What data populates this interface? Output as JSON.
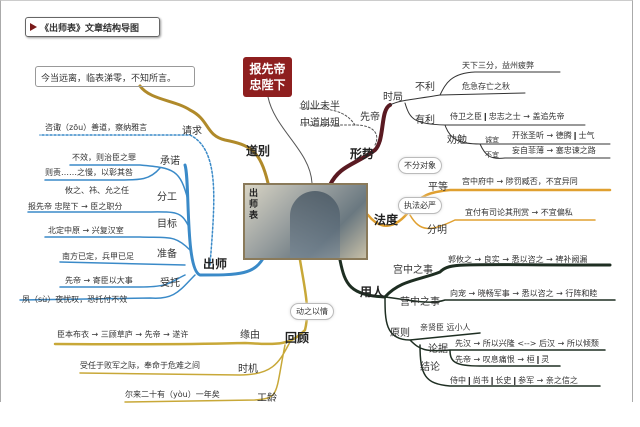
{
  "title": "《出师表》文章结构导图",
  "red_box": {
    "line1": "报先帝",
    "line2": "忠陛下"
  },
  "center": {
    "caption": "出师表"
  },
  "quote": "今当远离，临表涕零，不知所言。",
  "colors": {
    "red_box": "#8e1f1f",
    "daobie": "#b08a2a",
    "xingshi": "#5a1a22",
    "fadu": "#e0a030",
    "yongren": "#1e2e22",
    "chushi": "#3a8ac8",
    "huigu": "#c8a838"
  },
  "daobie": {
    "label": "道别"
  },
  "xingshi": {
    "label": "形势",
    "xiandi": {
      "label": "先帝",
      "items": [
        "创业未半",
        "中道崩殂"
      ]
    },
    "shiju": {
      "label": "时局",
      "buli": {
        "label": "不利",
        "items": [
          "天下三分，益州疲弊",
          "危急存亡之秋"
        ]
      },
      "youli": {
        "label": "有利",
        "item": "侍卫之臣❙忠志之士 → 盖追先帝",
        "quanmian": {
          "label": "劝勉",
          "chengyi": "诚宜",
          "chengyi_text": "开张圣听 → 德腾❙士气",
          "buyi": "不宜",
          "buyi_text": "妄自菲薄 → 塞忠谏之路"
        }
      }
    }
  },
  "fadu": {
    "label": "法度",
    "bubble1": "不分对象",
    "bubble2": "执法必严",
    "pingdeng": {
      "label": "平等",
      "item": "宫中府中 → 陟罚臧否，不宜异同"
    },
    "fenming": {
      "label": "分明",
      "item": "宜付有司论其刑赏 → 不宜偏私"
    }
  },
  "yongren": {
    "label": "用人",
    "gong": {
      "label": "宫中之事",
      "item": "郭攸之 → 良实 → 悉以咨之 → 裨补阙漏"
    },
    "ying": {
      "label": "营中之事",
      "item": "向宠 → 晓畅军事 → 悉以咨之 → 行阵和睦"
    },
    "yuanze": {
      "label": "原则",
      "item": "亲贤臣 远小人",
      "lunju": {
        "label": "论据",
        "items": [
          "先汉 → 所以兴隆 <--> 后汉 → 所以倾颓",
          "先帝 → 叹息痛恨 → 桓❙灵"
        ]
      },
      "jielun": {
        "label": "结论",
        "item": "侍中❙尚书❙长史❙参军 → 亲之信之"
      }
    }
  },
  "chushi": {
    "label": "出师",
    "qingqiu": {
      "label": "请求",
      "item": "咨诹（zōu）善道，察纳雅言"
    },
    "chengnuo": {
      "label": "承诺",
      "items": [
        "不效，则治臣之罪",
        "则责……之慢，以彰其咎"
      ]
    },
    "fengong": {
      "label": "分工",
      "items": [
        "攸之、祎、允之任",
        "报先帝 忠陛下 → 臣之职分"
      ]
    },
    "mubiao": {
      "label": "目标",
      "item": "北定中原 → 兴复汉室"
    },
    "zhunbei": {
      "label": "准备",
      "item": "南方已定，兵甲已足"
    },
    "shoutuo": {
      "label": "受托",
      "items": [
        "先帝 → 寄臣以大事",
        "夙（sù）夜忧叹，恐托付不效"
      ]
    }
  },
  "huigu": {
    "label": "回顾",
    "bubble": "动之以情",
    "yuanyou": {
      "label": "缘由",
      "item": "臣本布衣 → 三顾草庐 → 先帝 → 遂许"
    },
    "shiji": {
      "label": "时机",
      "item": "受任于败军之际，奉命于危难之间"
    },
    "gongling": {
      "label": "工龄",
      "item": "尔来二十有（yòu）一年矣"
    }
  }
}
